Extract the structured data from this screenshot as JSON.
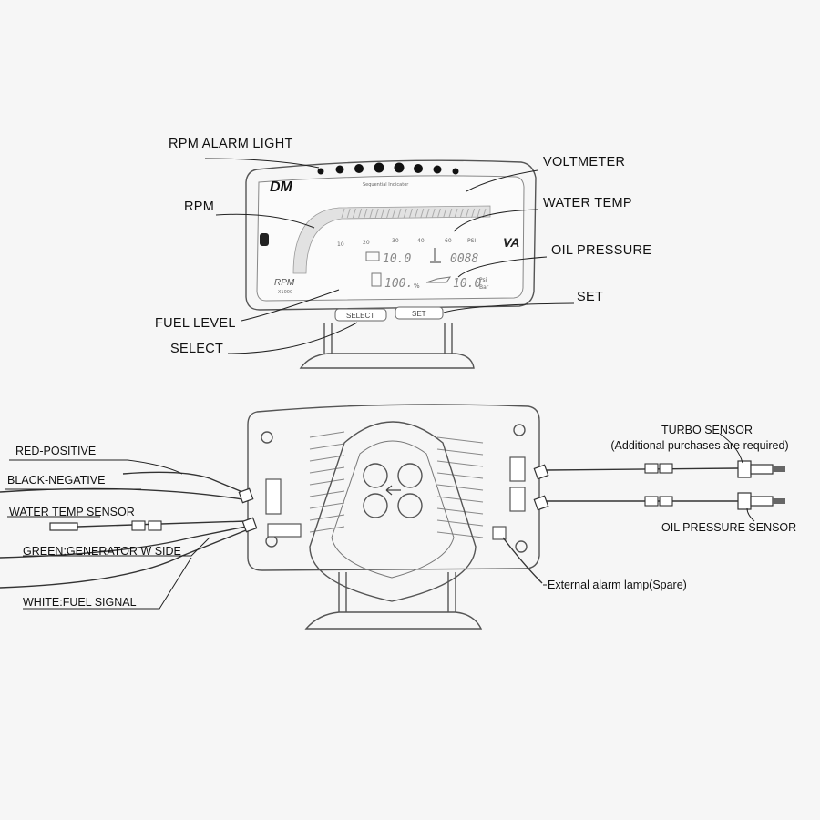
{
  "front": {
    "brand": "DM",
    "indicator_caption": "Sequential Indicator",
    "va_mark": "VA",
    "rpm_badge": "RPM",
    "rpm_multiplier": "X1000",
    "buttons": {
      "select": "SELECT",
      "set": "SET"
    },
    "readouts": {
      "voltage": "10.0",
      "water_temp": "0088",
      "fuel": "100.",
      "oil": "10.0"
    },
    "units": {
      "fuel_pct": "%",
      "psi": "Psi",
      "bar": "Bar"
    },
    "labels": {
      "rpm_alarm_light": "RPM ALARM LIGHT",
      "voltmeter": "VOLTMETER",
      "rpm": "RPM",
      "water_temp": "WATER TEMP",
      "oil_pressure": "OIL PRESSURE",
      "set": "SET",
      "fuel_level": "FUEL LEVEL",
      "select": "SELECT"
    }
  },
  "rear": {
    "labels": {
      "red_positive": "RED-POSITIVE",
      "black_negative": "BLACK-NEGATIVE",
      "water_temp_sensor": "WATER TEMP SENSOR",
      "green_generator": "GREEN:GENERATOR W SIDE",
      "white_fuel": "WHITE:FUEL SIGNAL",
      "turbo_sensor": "TURBO SENSOR",
      "turbo_note": "(Additional purchases are required)",
      "oil_pressure_sensor": "OIL PRESSURE SENSOR",
      "external_alarm": "External alarm lamp(Spare)"
    }
  }
}
